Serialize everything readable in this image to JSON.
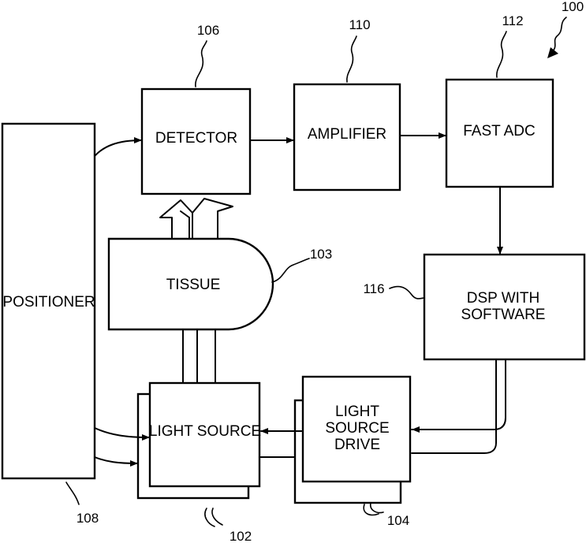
{
  "figure_number": "100",
  "blocks": {
    "detector": {
      "label": "DETECTOR",
      "ref": "106"
    },
    "amplifier": {
      "label": "AMPLIFIER",
      "ref": "110"
    },
    "fast_adc": {
      "label": "FAST ADC",
      "ref": "112"
    },
    "dsp": {
      "label_lines": [
        "DSP WITH",
        "SOFTWARE"
      ],
      "ref": "116"
    },
    "tissue": {
      "label": "TISSUE",
      "ref": "103"
    },
    "positioner": {
      "label": "POSITIONER",
      "ref": "108"
    },
    "light_source": {
      "label": "LIGHT SOURCE",
      "ref": "102"
    },
    "light_source_drive": {
      "label_lines": [
        "LIGHT",
        "SOURCE",
        "DRIVE"
      ],
      "ref": "104"
    }
  }
}
